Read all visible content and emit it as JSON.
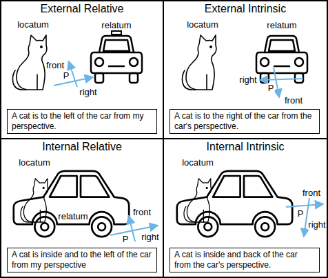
{
  "diagram": {
    "nodes": [
      {
        "text": [
          "External Relative"
        ]
      },
      {
        "text": [
          "A cat is to the left of the car from my perspective."
        ],
        "in": 0
      },
      {
        "text": [
          "External Intrinsic"
        ]
      },
      {
        "text": [
          "A cat is to the right of the car from the car's perspective."
        ],
        "in": 2
      },
      {
        "text": [
          "Internal Relative"
        ]
      },
      {
        "text": [
          "A cat is inside and to the left of the car from my perspective"
        ],
        "in": 4
      },
      {
        "text": [
          "Internal Intrinsic"
        ]
      },
      {
        "text": [
          "A cat is inside and back of the car from the car's perspective."
        ],
        "in": 6
      }
    ],
    "labels": [
      "locatum",
      "relatum",
      "front",
      "right",
      "P",
      "locatum",
      "relatum",
      "right",
      "P",
      "front",
      "locatum",
      "relatum",
      "front",
      "P",
      "right",
      "locatum",
      "front",
      "P",
      "right"
    ]
  }
}
